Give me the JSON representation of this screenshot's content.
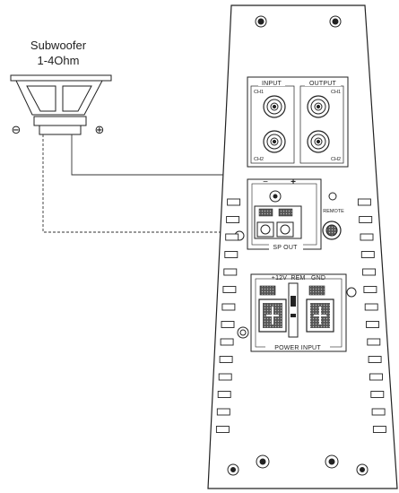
{
  "speaker": {
    "title": "Subwoofer",
    "impedance": "1-4Ohm",
    "negative_symbol": "⊖",
    "positive_symbol": "⊕"
  },
  "input_block": {
    "input_label": "INPUT",
    "output_label": "OUTPUT",
    "ch1_left": "CH1",
    "ch1_right": "CH1",
    "ch2_left": "CH2",
    "ch2_right": "CH2"
  },
  "speaker_out": {
    "minus": "−",
    "plus": "+",
    "label": "SP OUT",
    "remote_label": "REMOTE"
  },
  "power_input": {
    "terminal_labels": "+12V  REM   GND",
    "label": "POWER INPUT"
  },
  "colors": {
    "line": "#222222",
    "panel_fill": "#ffffff",
    "hatch": "#111111"
  }
}
